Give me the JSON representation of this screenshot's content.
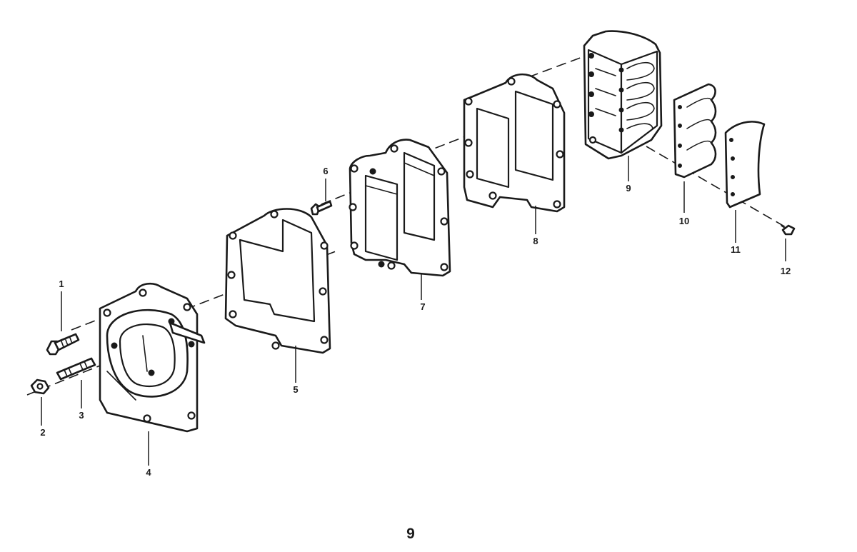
{
  "callouts": [
    "1",
    "2",
    "3",
    "4",
    "5",
    "6",
    "7",
    "8",
    "9",
    "10",
    "11",
    "12"
  ],
  "page_number": "9"
}
